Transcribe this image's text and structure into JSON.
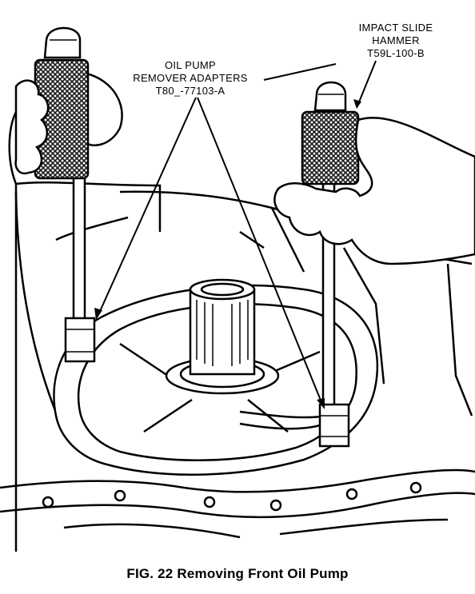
{
  "callouts": {
    "adapters": {
      "line1": "OIL PUMP",
      "line2": "REMOVER ADAPTERS",
      "line3": "T80_-77103-A"
    },
    "hammer": {
      "line1": "IMPACT SLIDE",
      "line2": "HAMMER",
      "line3": "T59L-100-B"
    }
  },
  "caption": "FIG. 22  Removing Front Oil Pump",
  "colors": {
    "ink": "#000000",
    "paper": "#ffffff",
    "knurl": "#1a1a1a"
  }
}
